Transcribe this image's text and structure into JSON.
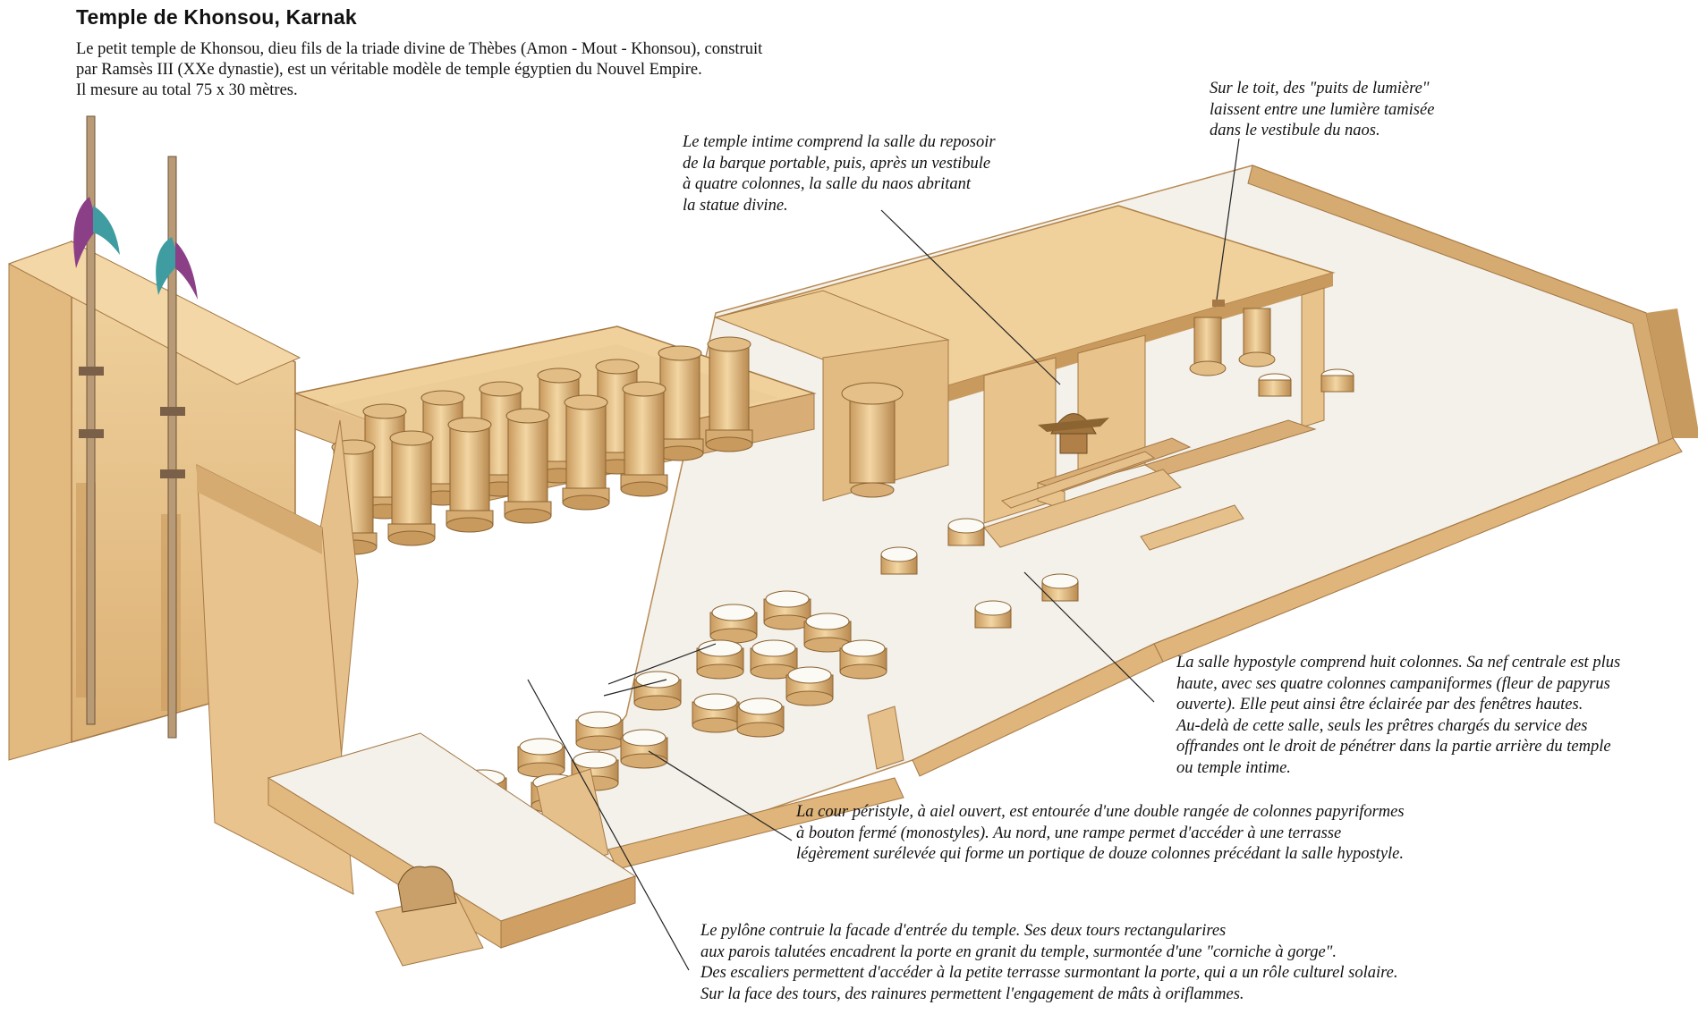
{
  "title": "Temple de Khonsou, Karnak",
  "intro": [
    "Le petit temple de Khonsou, dieu fils de la triade divine de Thèbes (Amon - Mout - Khonsou), construit",
    "par Ramsès III (XXe dynastie), est un véritable modèle de temple égyptien du Nouvel Empire.",
    "Il mesure au total 75 x 30 mètres."
  ],
  "annotations": {
    "roof": [
      "Sur le toit, des \"puits de lumière\"",
      "laissent entre une lumière tamisée",
      "dans le vestibule du naos."
    ],
    "intimate_temple": [
      "Le temple intime comprend la salle du reposoir",
      "de la barque portable, puis, après un vestibule",
      "à quatre colonnes, la salle du naos abritant",
      "la statue divine."
    ],
    "hypostyle": [
      "La salle hypostyle comprend huit colonnes. Sa nef centrale est plus",
      "haute, avec ses quatre colonnes campaniformes (fleur de papyrus",
      "ouverte). Elle peut ainsi être éclairée par des fenêtres hautes.",
      "Au-delà de cette salle, seuls les prêtres chargés du service des",
      "offrandes ont le droit de pénétrer dans la partie arrière du temple",
      "ou temple intime."
    ],
    "court": [
      "La cour péristyle, à aiel ouvert, est entourée d'une double rangée de colonnes papyriformes",
      "à bouton fermé (monostyles). Au nord, une rampe permet d'accéder à une terrasse",
      "légèrement surélevée qui forme un portique de douze colonnes précédant la salle hypostyle."
    ],
    "pylon": [
      "Le pylône contruie la facade d'entrée du temple. Ses deux tours rectangularires",
      "aux parois talutées encadrent la porte en granit du temple, surmontée d'une \"corniche à gorge\".",
      "Des escaliers permettent d'accéder à la petite terrasse surmontant la porte, qui a un rôle culturel solaire.",
      "Sur la face des tours, des rainures permettent l'engagement de mâts à oriflammes."
    ]
  },
  "colors": {
    "stone": "#e9c894",
    "stone_light": "#f6dfb4",
    "stone_dark": "#c99a5e",
    "floor": "#f3f1ea",
    "flag_purple": "#8a3f86",
    "flag_teal": "#3f9ca0"
  }
}
